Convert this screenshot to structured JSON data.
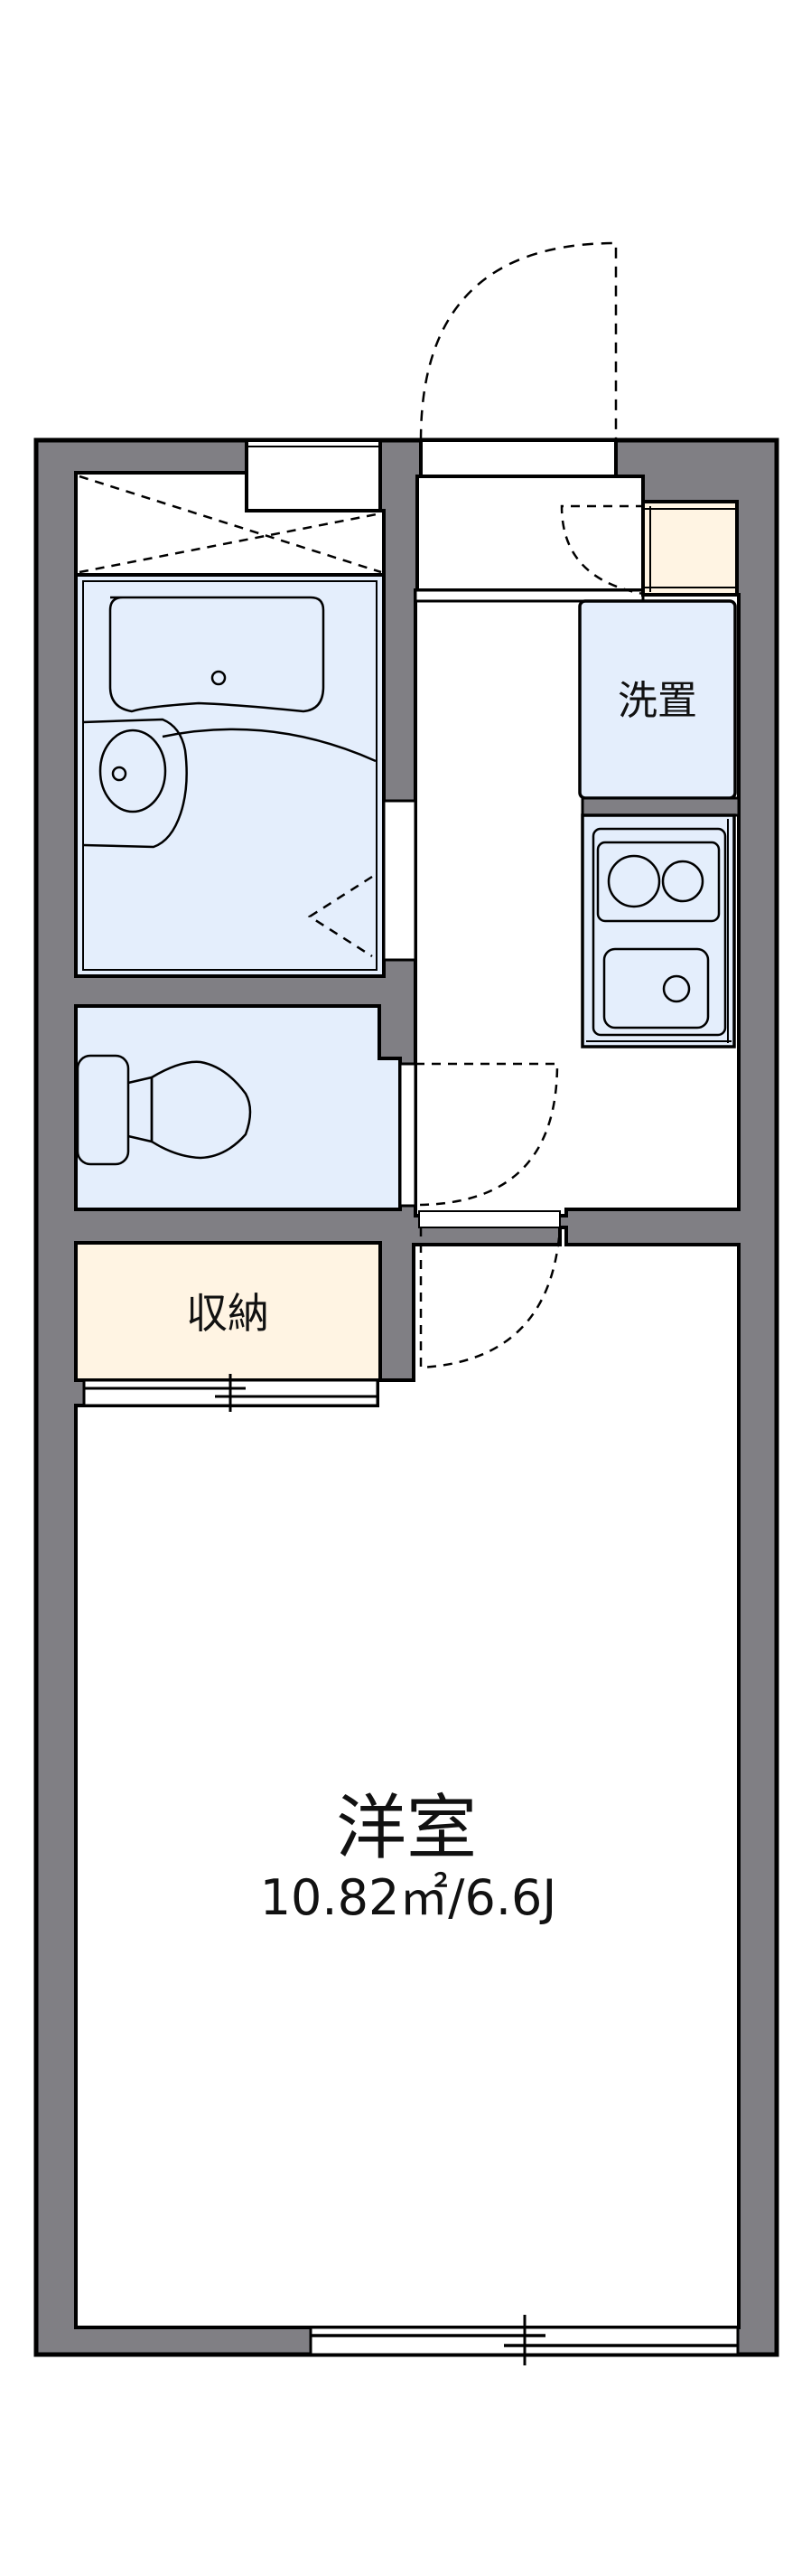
{
  "floor_plan": {
    "colors": {
      "wall": "#807f84",
      "outline": "#000000",
      "fixture_blue": "#e4eefc",
      "storage_cream": "#fff4e3",
      "floor": "#ffffff"
    },
    "rooms": {
      "main_room": {
        "label": "洋室",
        "area": "10.82㎡/6.6J"
      },
      "storage": {
        "label": "収納"
      },
      "washer_space": {
        "label": "洗置"
      },
      "bathroom": {
        "label": ""
      },
      "toilet": {
        "label": ""
      },
      "kitchen": {
        "label": ""
      },
      "entrance": {
        "label": ""
      },
      "shoe_cabinet": {
        "label": ""
      }
    }
  }
}
